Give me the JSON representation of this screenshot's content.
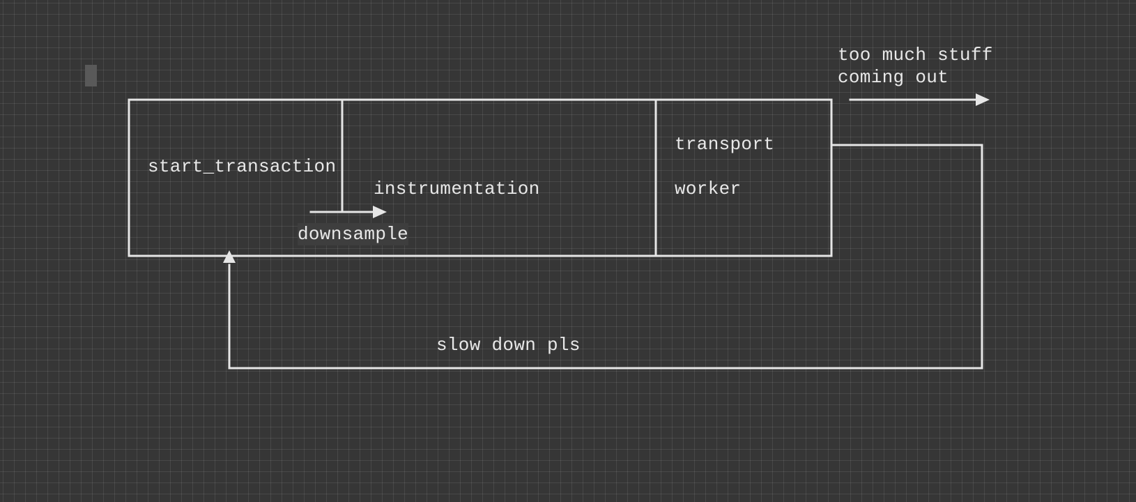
{
  "diagram": {
    "labels": {
      "start_transaction": "start_transaction",
      "instrumentation": "instrumentation",
      "downsample": "downsample",
      "transport": "transport",
      "worker": "worker",
      "too_much_stuff_line1": "too much stuff",
      "too_much_stuff_line2": "coming out",
      "slow_down": "slow down pls"
    },
    "colors": {
      "background": "#363636",
      "stroke": "#e6e6e6",
      "text": "#e8e8e8"
    }
  }
}
